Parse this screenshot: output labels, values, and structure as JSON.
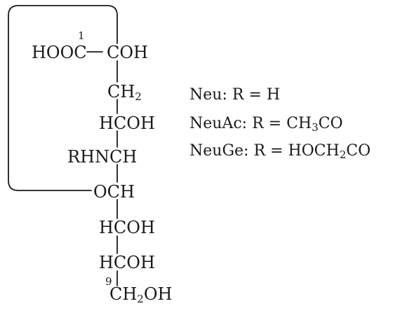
{
  "molecule": {
    "c1_number": "1",
    "c1_group": "HOOC",
    "c2": "COH",
    "c3": {
      "main": "CH",
      "sub": "2"
    },
    "c4": "HCOH",
    "c5": "RHNCH",
    "c6": "OCH",
    "c7": "HCOH",
    "c8": "HCOH",
    "c9_number": "9",
    "c9": {
      "pre": "CH",
      "sub": "2",
      "post": "OH"
    }
  },
  "legend": [
    {
      "name": "Neu:",
      "eq": "R = H",
      "pre": "H",
      "sub": "",
      "post": ""
    },
    {
      "name": "NeuAc:",
      "eq": "R =",
      "pre": "CH",
      "sub": "3",
      "post": "CO"
    },
    {
      "name": "NeuGe:",
      "eq": "R =",
      "pre": "HOCH",
      "sub": "2",
      "post": "CO"
    }
  ]
}
